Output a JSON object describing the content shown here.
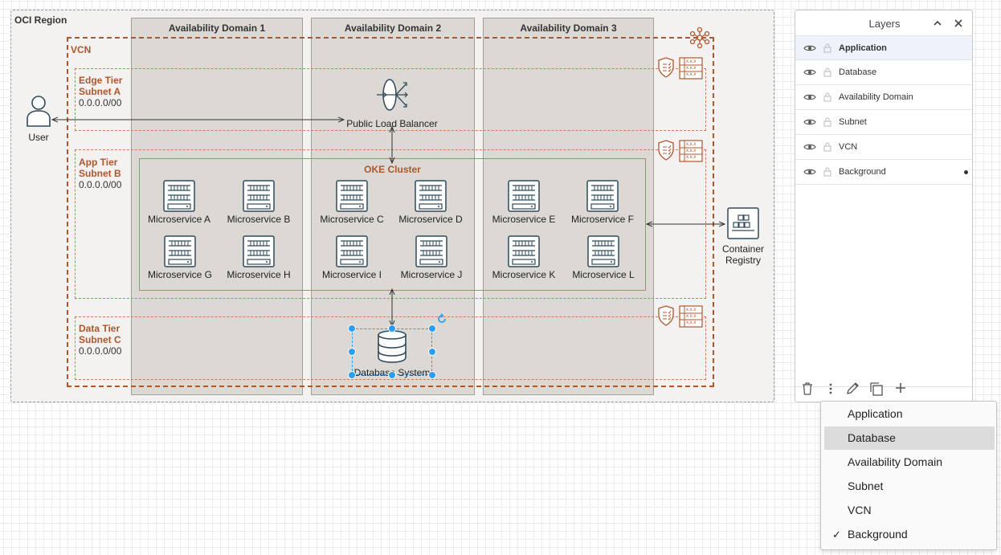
{
  "diagram": {
    "region_label": "OCI Region",
    "availability_domains": [
      "Availability Domain 1",
      "Availability Domain 2",
      "Availability Domain 3"
    ],
    "vcn_label": "VCN",
    "subnets": [
      {
        "name_line1": "Edge Tier",
        "name_line2": "Subnet A",
        "cidr": "0.0.0.0/00"
      },
      {
        "name_line1": "App Tier",
        "name_line2": "Subnet B",
        "cidr": "0.0.0.0/00"
      },
      {
        "name_line1": "Data Tier",
        "name_line2": "Subnet C",
        "cidr": "0.0.0.0/00"
      }
    ],
    "cluster_label": "OKE Cluster",
    "user_label": "User",
    "load_balancer_label": "Public Load Balancer",
    "database_label": "Database System",
    "registry_label_line1": "Container",
    "registry_label_line2": "Registry",
    "security_list_text": "x.x.x",
    "microservices": [
      "Microservice A",
      "Microservice B",
      "Microservice C",
      "Microservice D",
      "Microservice E",
      "Microservice F",
      "Microservice G",
      "Microservice H",
      "Microservice I",
      "Microservice J",
      "Microservice K",
      "Microservice L"
    ]
  },
  "layers_panel": {
    "title": "Layers",
    "layers": [
      {
        "name": "Application",
        "selected": true
      },
      {
        "name": "Database",
        "selected": false
      },
      {
        "name": "Availability Domain",
        "selected": false
      },
      {
        "name": "Subnet",
        "selected": false
      },
      {
        "name": "VCN",
        "selected": false
      },
      {
        "name": "Background",
        "selected": false,
        "current": true
      }
    ]
  },
  "layer_menu": {
    "items": [
      {
        "label": "Application",
        "checked": false,
        "highlighted": false
      },
      {
        "label": "Database",
        "checked": false,
        "highlighted": true
      },
      {
        "label": "Availability Domain",
        "checked": false,
        "highlighted": false
      },
      {
        "label": "Subnet",
        "checked": false,
        "highlighted": false
      },
      {
        "label": "VCN",
        "checked": false,
        "highlighted": false
      },
      {
        "label": "Background",
        "checked": true,
        "highlighted": false
      }
    ]
  },
  "colors": {
    "accent": "#ae562c",
    "icon_stroke": "#2f4a5a",
    "selection": "#2a9df4"
  }
}
